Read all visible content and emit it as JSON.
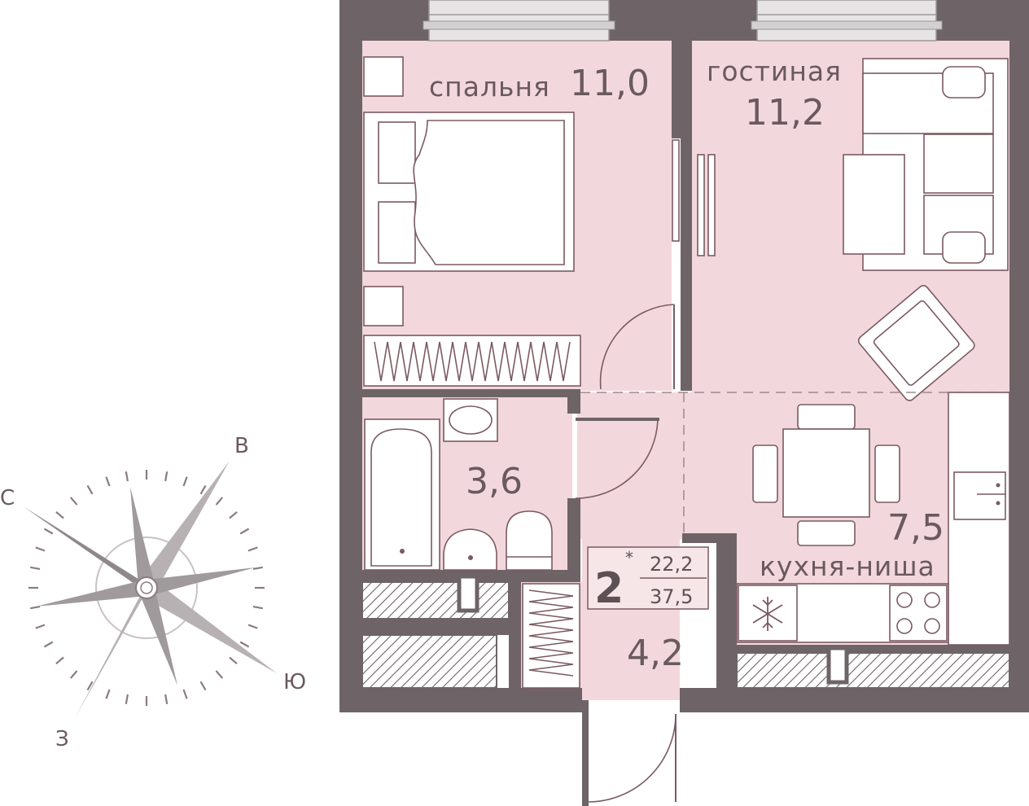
{
  "rooms": {
    "bedroom": {
      "name": "спальня",
      "area": "11,0"
    },
    "living": {
      "name": "гостиная",
      "area": "11,2"
    },
    "bathroom": {
      "area": "3,6"
    },
    "kitchen": {
      "name": "кухня-ниша",
      "area": "7,5"
    },
    "hall": {
      "area": "4,2"
    }
  },
  "badge": {
    "rooms_count": "2",
    "mark": "*",
    "living_area": "22,2",
    "total_area": "37,5"
  },
  "compass": {
    "north": "С",
    "east": "В",
    "south": "Ю",
    "west": "З"
  },
  "colors": {
    "wall": "#6e6468",
    "floor": "#f2d8dc",
    "furniture_line": "#7b5a62",
    "text": "#6a5a5f"
  }
}
